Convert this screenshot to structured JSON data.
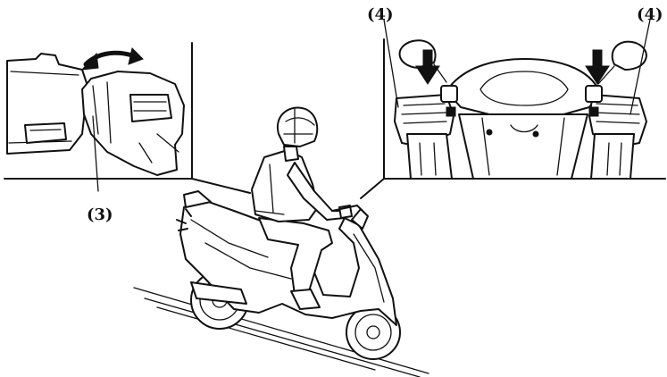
{
  "callouts": {
    "throttle_grip": "(3)",
    "left_brake_lever": "(4)",
    "right_brake_lever": "(4)"
  }
}
